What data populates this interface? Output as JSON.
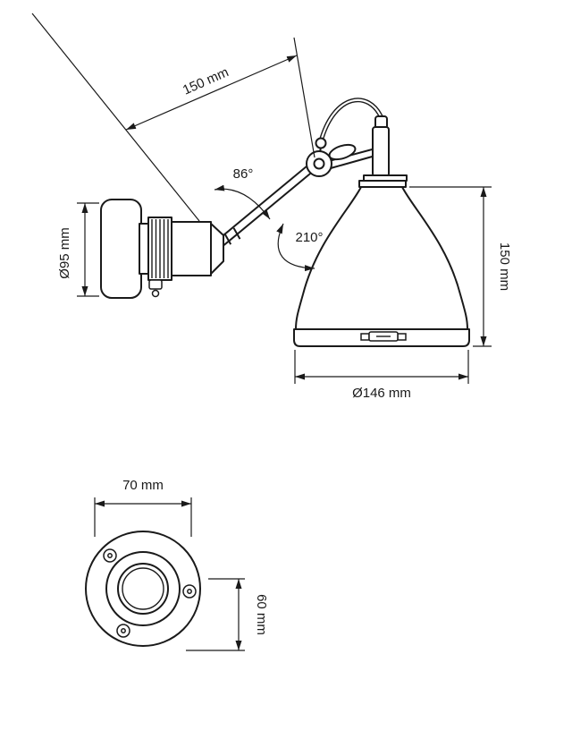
{
  "labels": {
    "arm_length": "150 mm",
    "arm_angle": "86°",
    "head_rotation": "210°",
    "base_diameter": "Ø95 mm",
    "shade_height": "150 mm",
    "shade_diameter": "Ø146 mm",
    "mount_width": "70 mm",
    "mount_height": "60 mm"
  },
  "colors": {
    "line": "#1a1a1a",
    "background": "#ffffff"
  }
}
